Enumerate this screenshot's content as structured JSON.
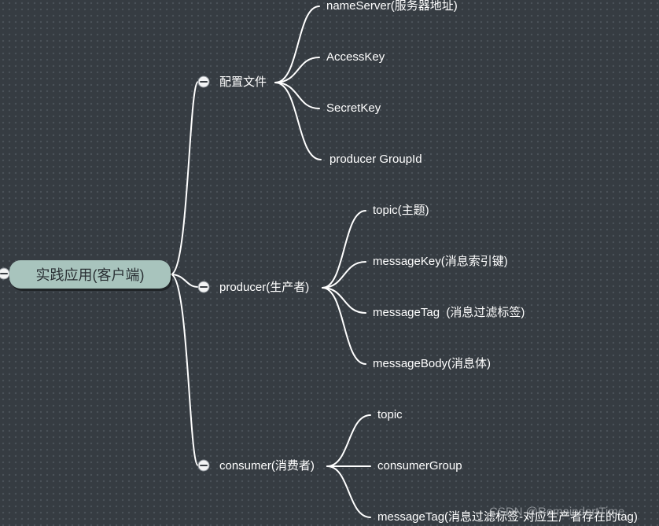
{
  "mindmap": {
    "root": {
      "label": "实践应用(客户端)"
    },
    "branches": [
      {
        "label": "配置文件",
        "children": [
          "nameServer(服务器地址)",
          "AccessKey",
          "SecretKey",
          "producer GroupId"
        ]
      },
      {
        "label": "producer(生产者)",
        "children": [
          "topic(主题)",
          "messageKey(消息索引键)",
          "messageTag  (消息过滤标签)",
          "messageBody(消息体)"
        ]
      },
      {
        "label": "consumer(消费者)",
        "children": [
          "topic",
          "consumerGroup",
          "messageTag(消息过滤标签-对应生产者存在的tag)"
        ]
      }
    ]
  },
  "watermark": "CSDN @RemaindertTime",
  "icons": {
    "collapse_toggle": "minus-circle-icon"
  },
  "colors": {
    "background": "#363c42",
    "root_fill": "#a8c4bd",
    "root_text": "#2a3034",
    "line": "#ffffff",
    "topic_text": "#ffffff",
    "watermark": "#c8ccd0"
  }
}
